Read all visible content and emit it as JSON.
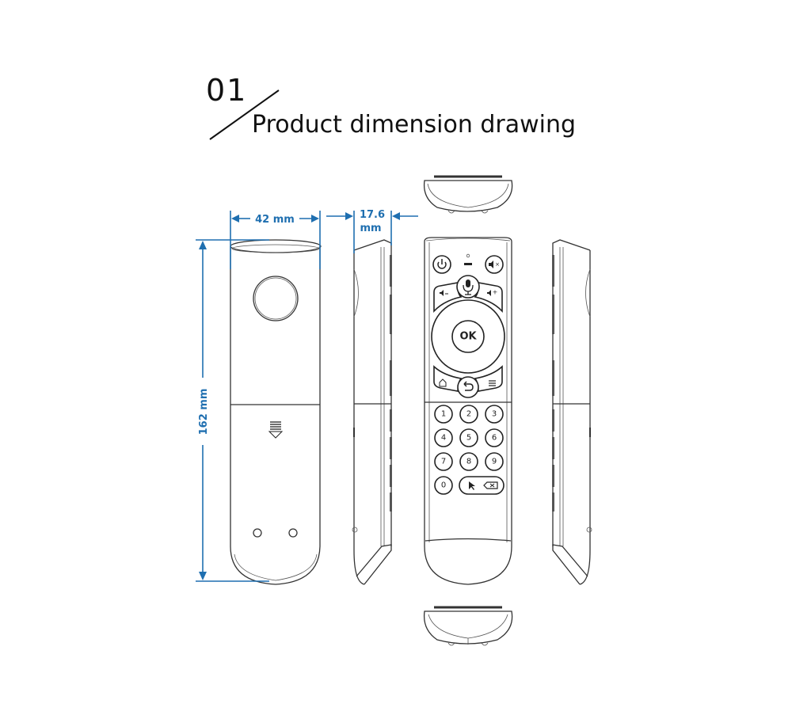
{
  "header": {
    "section_number": "01",
    "title": "Product dimension drawing"
  },
  "dimensions": {
    "width": "42 mm",
    "thickness_value": "17.6",
    "thickness_unit": "mm",
    "height": "162 mm"
  },
  "colors": {
    "dimension_line": "#1f6fb0",
    "outline": "#333333"
  },
  "views": [
    "back-view",
    "left-side-view",
    "front-view",
    "right-side-view",
    "top-view",
    "bottom-view"
  ],
  "remote": {
    "ok_label": "OK",
    "number_keys": [
      "1",
      "2",
      "3",
      "4",
      "5",
      "6",
      "7",
      "8",
      "9",
      "0"
    ],
    "icons": [
      "power",
      "mute",
      "mic",
      "volume-down",
      "volume-up",
      "home",
      "back",
      "menu",
      "pointer",
      "backspace"
    ]
  }
}
